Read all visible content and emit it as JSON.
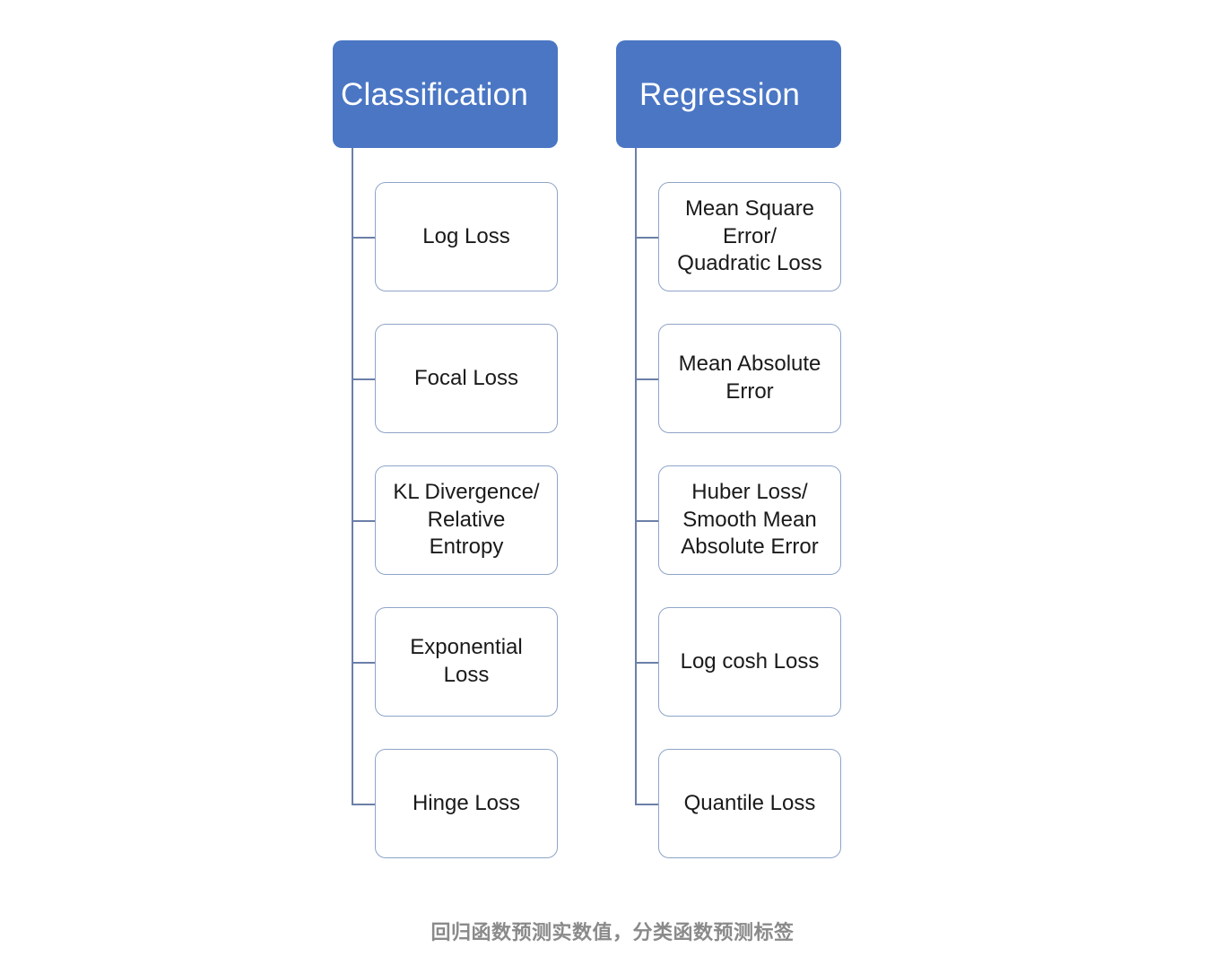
{
  "diagram": {
    "type": "tree",
    "title_visible": false,
    "colors": {
      "header_fill": "#4A76C4",
      "header_text": "#FFFFFF",
      "leaf_fill": "#FFFFFF",
      "leaf_border": "#8EA4C8",
      "leaf_text": "#1A1A1A",
      "connector": "#6B7FA8",
      "caption_text": "#8A8A8A",
      "background": "#FFFFFF"
    },
    "columns": [
      {
        "id": "classification",
        "header": "Classification",
        "items": [
          {
            "id": "log-loss",
            "label": "Log Loss"
          },
          {
            "id": "focal-loss",
            "label": "Focal Loss"
          },
          {
            "id": "kl-divergence",
            "label": "KL Divergence/\nRelative\nEntropy"
          },
          {
            "id": "exponential-loss",
            "label": "Exponential\nLoss"
          },
          {
            "id": "hinge-loss",
            "label": "Hinge Loss"
          }
        ]
      },
      {
        "id": "regression",
        "header": "Regression",
        "items": [
          {
            "id": "mean-square-error",
            "label": "Mean Square\nError/\nQuadratic Loss"
          },
          {
            "id": "mean-absolute-error",
            "label": "Mean Absolute\nError"
          },
          {
            "id": "huber-loss",
            "label": "Huber Loss/\nSmooth Mean\nAbsolute Error"
          },
          {
            "id": "log-cosh-loss",
            "label": "Log cosh Loss"
          },
          {
            "id": "quantile-loss",
            "label": "Quantile Loss"
          }
        ]
      }
    ]
  },
  "caption": {
    "text": "回归函数预测实数值，分类函数预测标签"
  }
}
